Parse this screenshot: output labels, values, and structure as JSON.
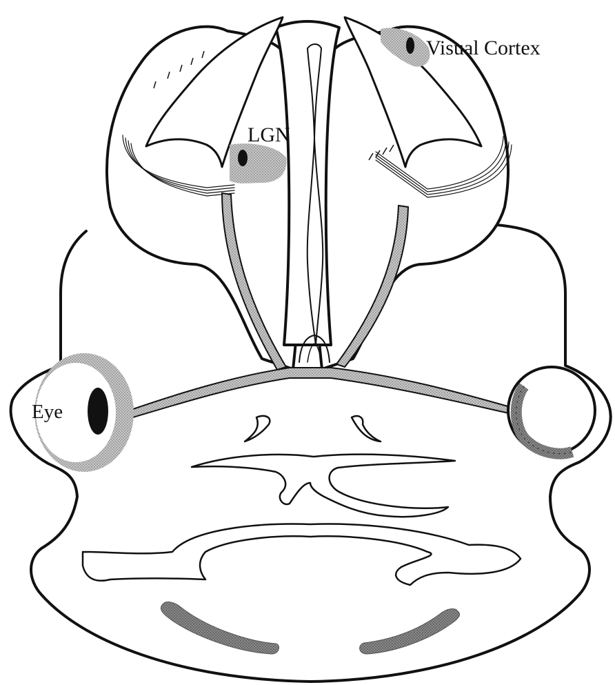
{
  "labels": {
    "visual_cortex": "Visual Cortex",
    "lgn": "LGN",
    "eye": "Eye"
  },
  "colors": {
    "ink": "#111111",
    "stipple": "#9a9a9a",
    "light_stipple": "#c4c4c4",
    "background": "#ffffff"
  }
}
